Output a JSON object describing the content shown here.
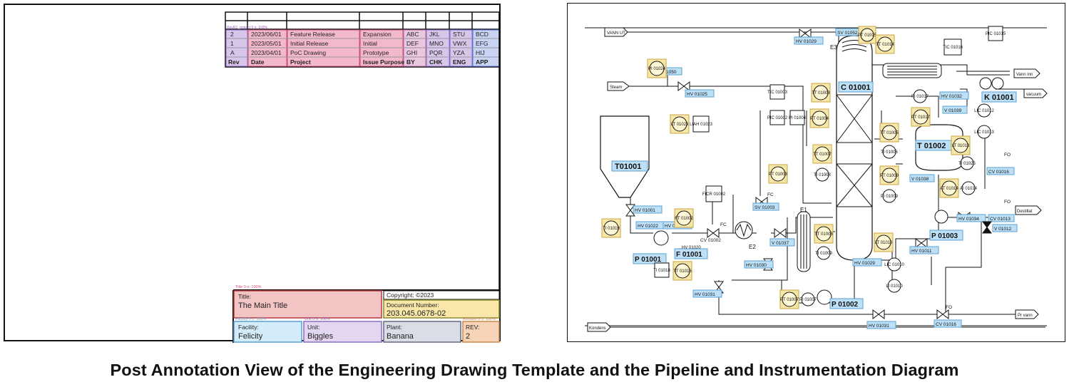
{
  "caption": "Post Annotation View of the Engineering Drawing Template and the Pipeline and Instrumentation Diagram",
  "colors": {
    "pink": "#f4b8cc",
    "red": "#f2c4c4",
    "purple": "#d7c6ea",
    "yellow": "#f8e7a8",
    "blue": "#bde0f7",
    "orange": "#f7d3b8",
    "teal": "#c7ece6",
    "gray": "#d9d9d9"
  },
  "template": {
    "revision_header": {
      "rev": "Rev",
      "date": "Date",
      "project": "Project",
      "purpose": "Issue Purpose",
      "by": "BY",
      "chk": "CHK",
      "eng": "ENG",
      "app": "APP"
    },
    "revisions": [
      {
        "rev": "2",
        "date": "2023/06/01",
        "project": "Feature Release",
        "purpose": "Expansion",
        "by": "ABC",
        "chk": "JKL",
        "eng": "STU",
        "app": "BCD"
      },
      {
        "rev": "1",
        "date": "2023/05/01",
        "project": "Initial Release",
        "purpose": "Initial",
        "by": "DEF",
        "chk": "MNO",
        "eng": "VWX",
        "app": "EFG"
      },
      {
        "rev": "A",
        "date": "2023/04/01",
        "project": "PoC Drawing",
        "purpose": "Prototype",
        "by": "GHI",
        "chk": "PQR",
        "eng": "YZA",
        "app": "HIJ"
      }
    ],
    "annotations": {
      "title": "Title 0 o: 100%",
      "facility": "Facility 0 o: 100%",
      "unit": "Unit 0 o: 100%",
      "revision": "Revsize 0 o: 100%",
      "rev_row": "RevR1_project 0 o: 100%"
    },
    "title_block": {
      "title_label": "Title:",
      "title_value": "The Main Title",
      "copyright": "Copyright: ©2023",
      "docnum_label": "Document Number:",
      "docnum_value": "203.045.0678-02",
      "facility_label": "Facility:",
      "facility_value": "Felicity",
      "unit_label": "Unit:",
      "unit_value": "Biggles",
      "plant_label": "Plant:",
      "plant_value": "Banana",
      "rev_label": "REV:",
      "rev_value": "2"
    }
  },
  "pid": {
    "equipment": {
      "t01001": "T01001",
      "t01002": "T 01002",
      "c01001": "C 01001",
      "k01001": "K 01001",
      "p01001": "P 01001",
      "p01002": "P 01002",
      "p01003": "P 01003",
      "f01001": "F 01001",
      "e1": "E1",
      "e2": "E2",
      "e3": "E3"
    },
    "streams": {
      "vann_ut": "VANN UT",
      "steam": "Steam",
      "vann_inn": "Vann inn",
      "vacuum": "vacuum",
      "destillat": "Destillat",
      "kondens": "Kondens",
      "pr_vann": "Pr vann"
    },
    "valves": {
      "hv01029": "HV 01029",
      "sv01052": "SV 01052",
      "sv01050": "SV 01050",
      "hv01025": "HV 01025",
      "hv01032": "HV 01032",
      "v01039": "V 01039",
      "hv01001": "HV 01001",
      "hv01022": "HV 01022",
      "hv01021": "HV 01021",
      "hv01020": "HV 01020",
      "sv01003": "SV 01003",
      "cv01002": "CV 01002",
      "v01037": "V 01037",
      "hv01030": "HV 01030",
      "hv01031a": "HV 01031",
      "hv01031b": "HV 01031",
      "hv01029b": "HV 01029",
      "hv01011": "HV 01011",
      "v01038": "V 01038",
      "hv01034": "HV 01034",
      "cv01013": "CV 01013",
      "v01012": "V 01012",
      "cv01016a": "CV 01016",
      "cv01016b": "CV 01016"
    },
    "instruments": {
      "pt01015": "PT 01015",
      "pic01015": "PIC 01015",
      "tt01014": "TT 01014",
      "tic01016": "TIC 01016",
      "pi01024": "PI 01024",
      "tic01003": "TIC 01003",
      "tt01003": "TT 01003",
      "lt01023": "LT 01023",
      "liah01023": "LIAH 01023",
      "pic01002": "PIC 01002",
      "pi01004": "PI 01004",
      "pt01004": "PT 01004",
      "tt01005": "TT 01005",
      "ti01006": "TI 01006",
      "tt01007": "TT 01007",
      "ti01008": "TI 01008",
      "pt01003": "PT 01003",
      "pt01009": "PT 01009",
      "pi01009": "PI 01009",
      "pi01017": "PI 01017",
      "pt01017": "PT 01017",
      "lic01013": "LIC 01013",
      "lic01012": "LIC 01012",
      "lt01013": "LT 01013",
      "ti01025": "TI 01025",
      "at01014": "AT 01014",
      "ai01014": "AI 01014",
      "ficr01002": "FICR 01002",
      "ft01002": "FT 01002",
      "ti01019": "TI 01019",
      "tt01016": "TT 01016",
      "ti01018": "TI 01018",
      "tt01008": "TT 01008",
      "ti01009": "TI 01009",
      "lt01010": "LT 01010",
      "lic01010": "LIC 01010",
      "li01010": "LI 01010",
      "pt01007": "PT 01007",
      "pi01007": "PI 01007"
    },
    "tags": {
      "fc": "FC",
      "fo1": "FO",
      "fo2": "FO",
      "fo3": "FO"
    }
  }
}
